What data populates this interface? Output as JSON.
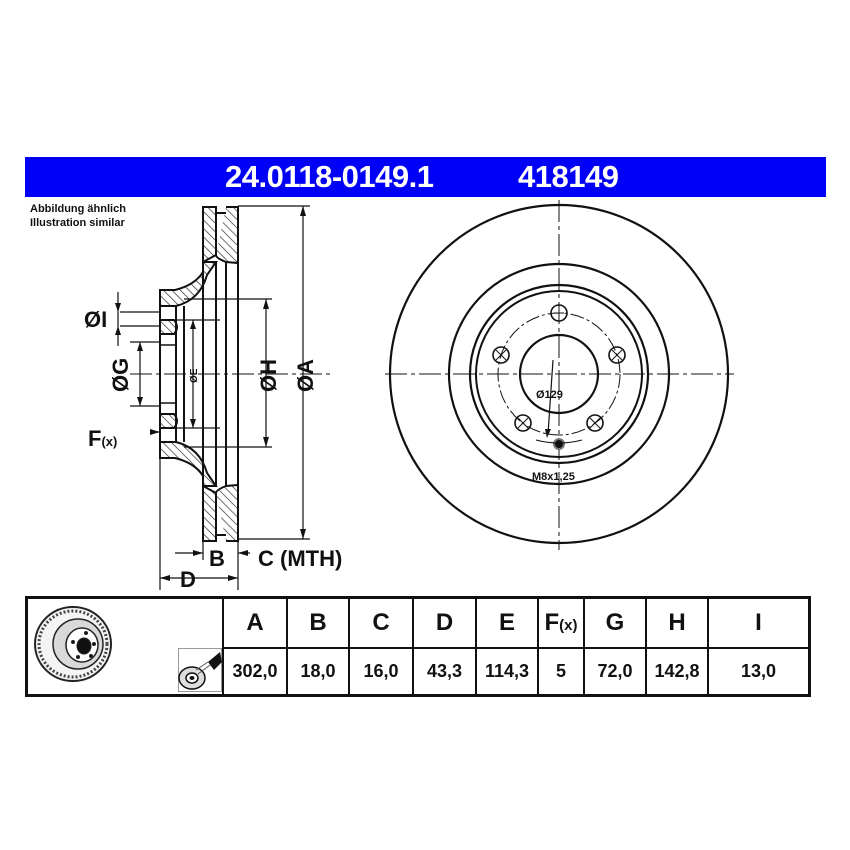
{
  "header": {
    "part_number": "24.0118-0149.1",
    "short_number": "418149",
    "banner_color": "#0000f6"
  },
  "caption": {
    "line1": "Abbildung ähnlich",
    "line2": "Illustration similar"
  },
  "side_view": {
    "labels": {
      "I": "ØI",
      "G": "ØG",
      "E": "ØE",
      "H": "ØH",
      "A": "ØA",
      "F": "F",
      "F_suffix": "(x)",
      "B": "B",
      "C": "C (MTH)",
      "D": "D"
    }
  },
  "front_view": {
    "bore_label": "Ø129",
    "thread_label": "M8x1,25"
  },
  "table": {
    "headers": [
      "A",
      "B",
      "C",
      "D",
      "E",
      "F",
      "G",
      "H",
      "I"
    ],
    "f_suffix": "(x)",
    "values": [
      "302,0",
      "18,0",
      "16,0",
      "43,3",
      "114,3",
      "5",
      "72,0",
      "142,8",
      "13,0"
    ],
    "icons": [
      "brake-disc-illustration-icon",
      "spray-coating-icon"
    ]
  }
}
